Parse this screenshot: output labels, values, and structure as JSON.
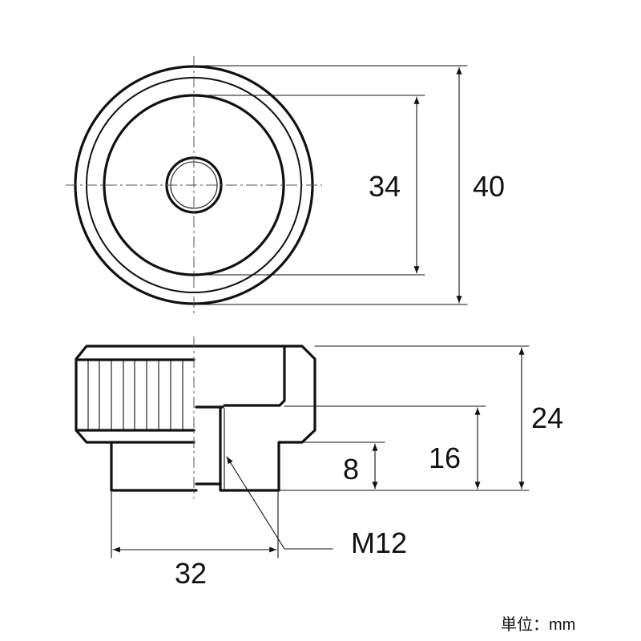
{
  "drawing": {
    "top_view": {
      "diameter_inner_label": "34",
      "diameter_outer_label": "40"
    },
    "side_view": {
      "height_total_label": "24",
      "height_thread_label": "16",
      "height_boss_label": "8",
      "boss_diameter_label": "32",
      "thread_label": "M12"
    },
    "unit_label": "単位：mm"
  }
}
